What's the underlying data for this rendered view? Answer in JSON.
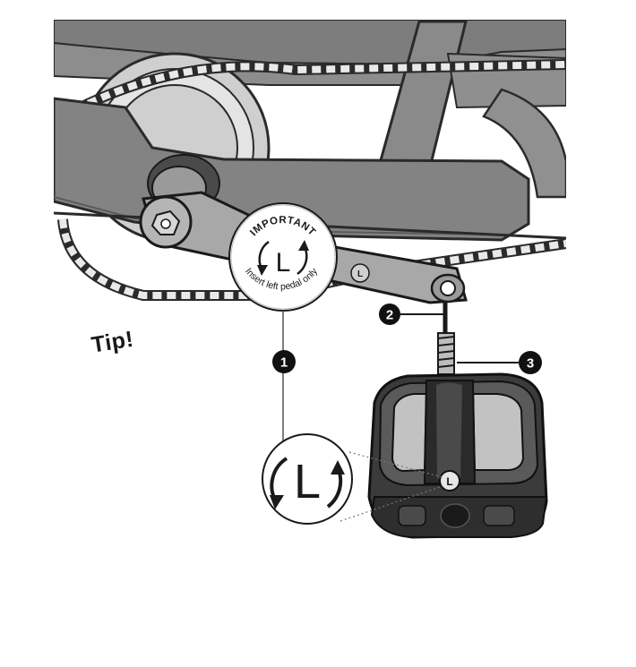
{
  "tip_label": "Tip!",
  "badge": {
    "title": "IMPORTANT",
    "subtitle": "Insert left pedal only",
    "letter": "L"
  },
  "callouts": [
    {
      "number": "1"
    },
    {
      "number": "2"
    },
    {
      "number": "3"
    }
  ],
  "detail_letter": "L",
  "pedal_mark": "L"
}
